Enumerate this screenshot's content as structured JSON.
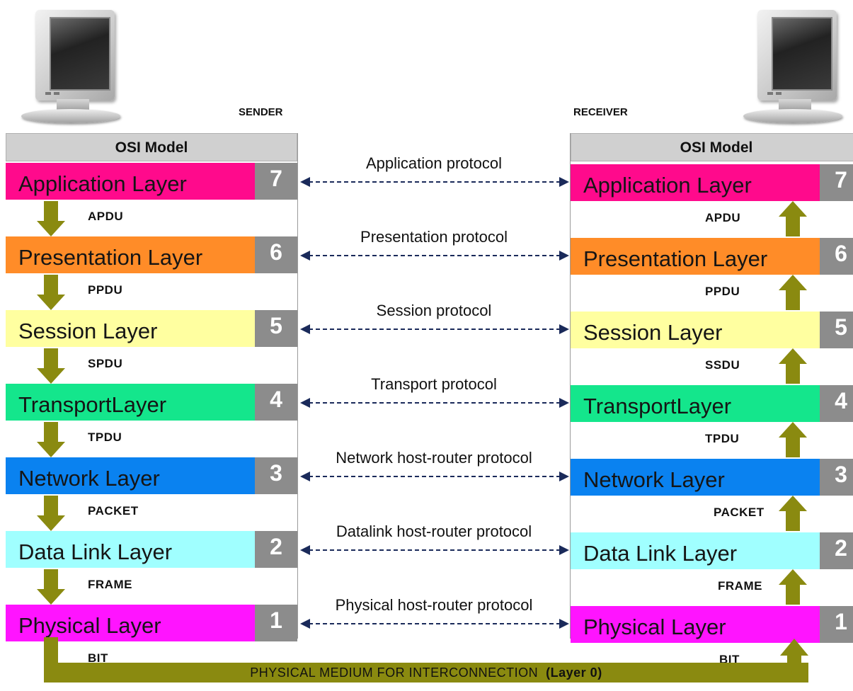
{
  "sender_label": "SENDER",
  "receiver_label": "RECEIVER",
  "stack_title": "OSI Model",
  "colors": {
    "application": "#ff0a8c",
    "presentation": "#ff8c28",
    "session": "#ffffa0",
    "transport": "#14e68c",
    "network": "#0a82f0",
    "datalink": "#a0ffff",
    "physical": "#ff14ff",
    "number_box": "#8c8c8c",
    "arrow": "#8a8a10",
    "protocol_link": "#1a2a5a"
  },
  "layers": [
    {
      "id": "application",
      "name": "Application Layer",
      "num": "7",
      "protocol": "Application protocol",
      "sender_pdu": "APDU",
      "receiver_pdu": "APDU"
    },
    {
      "id": "presentation",
      "name": "Presentation Layer",
      "num": "6",
      "protocol": "Presentation protocol",
      "sender_pdu": "PPDU",
      "receiver_pdu": "PPDU"
    },
    {
      "id": "session",
      "name": "Session Layer",
      "num": "5",
      "protocol": "Session protocol",
      "sender_pdu": "SPDU",
      "receiver_pdu": "SSDU"
    },
    {
      "id": "transport",
      "name": "TransportLayer",
      "num": "4",
      "protocol": "Transport protocol",
      "sender_pdu": "TPDU",
      "receiver_pdu": "TPDU"
    },
    {
      "id": "network",
      "name": "Network Layer",
      "num": "3",
      "protocol": "Network host-router protocol",
      "sender_pdu": "PACKET",
      "receiver_pdu": "PACKET"
    },
    {
      "id": "datalink",
      "name": "Data Link Layer",
      "num": "2",
      "protocol": "Datalink host-router protocol",
      "sender_pdu": "FRAME",
      "receiver_pdu": "FRAME"
    },
    {
      "id": "physical",
      "name": "Physical Layer",
      "num": "1",
      "protocol": "Physical host-router protocol",
      "sender_pdu": "BIT",
      "receiver_pdu": "BIT"
    }
  ],
  "medium": {
    "label": "PHYSICAL MEDIUM FOR INTERCONNECTION",
    "layer_note": "(Layer 0)"
  }
}
